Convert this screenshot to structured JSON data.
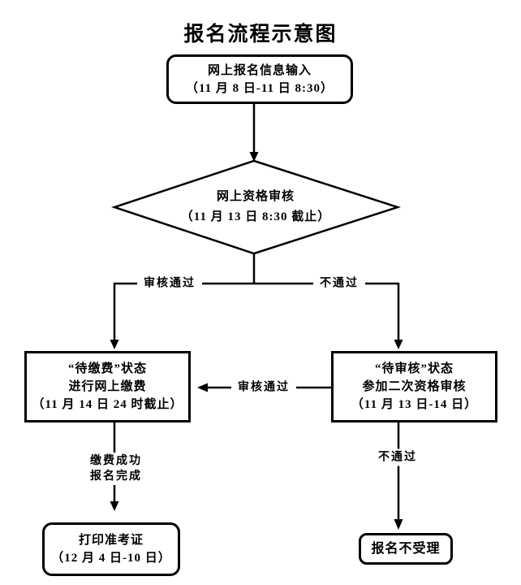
{
  "diagram": {
    "title": "报名流程示意图",
    "colors": {
      "line": "#000000",
      "text": "#000000",
      "background": "#ffffff"
    },
    "nodes": {
      "input": {
        "lines": [
          "网上报名信息输入",
          "（11 月 8 日-11 日 8:30）"
        ]
      },
      "review": {
        "lines": [
          "网上资格审核",
          "（11 月 13 日 8:30 截止）"
        ]
      },
      "pending_payment": {
        "lines": [
          "“待缴费”状态",
          "进行网上缴费",
          "（11 月 14 日 24 时截止）"
        ]
      },
      "pending_review": {
        "lines": [
          "“待审核”状态",
          "参加二次资格审核",
          "（11 月 13 日-14 日）"
        ]
      },
      "print_ticket": {
        "lines": [
          "打印准考证",
          "（12 月 4 日-10 日）"
        ]
      },
      "not_accepted": {
        "lines": [
          "报名不受理"
        ]
      }
    },
    "edge_labels": {
      "approved": "审核通过",
      "not_approved": "不通过",
      "second_approved": "审核通过",
      "payment_success": [
        "缴费成功",
        "报名完成"
      ],
      "second_not_approved": "不通过"
    }
  }
}
